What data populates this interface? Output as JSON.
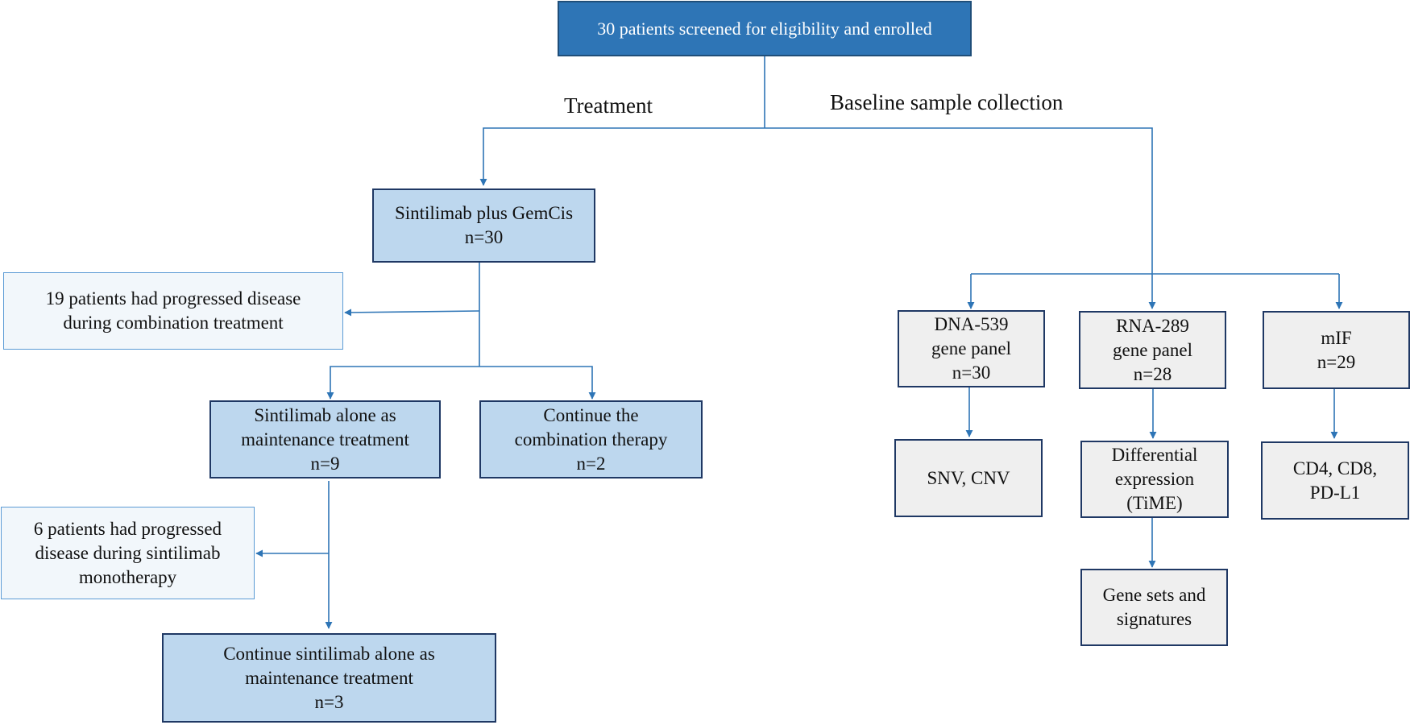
{
  "top": {
    "text": "30 patients screened for eligibility and enrolled"
  },
  "labels": {
    "treatment": "Treatment",
    "baseline": "Baseline sample collection"
  },
  "treatment": {
    "combo": {
      "line1": "Sintilimab plus GemCis",
      "line2": "n=30"
    },
    "progressed_combo": {
      "line1": "19 patients had progressed disease",
      "line2": "during combination treatment"
    },
    "maint": {
      "line1": "Sintilimab alone as",
      "line2": "maintenance treatment",
      "line3": "n=9"
    },
    "continue_combo": {
      "line1": "Continue the",
      "line2": "combination therapy",
      "line3": "n=2"
    },
    "progressed_mono": {
      "line1": "6 patients had progressed",
      "line2": "disease during sintilimab",
      "line3": "monotherapy"
    },
    "continue_maint": {
      "line1": "Continue sintilimab alone as",
      "line2": "maintenance treatment",
      "line3": "n=3"
    }
  },
  "samples": {
    "dna": {
      "line1": "DNA-539",
      "line2": "gene panel",
      "line3": "n=30"
    },
    "rna": {
      "line1": "RNA-289",
      "line2": "gene panel",
      "line3": "n=28"
    },
    "mif": {
      "line1": "mIF",
      "line2": "n=29"
    },
    "snv": {
      "line1": "SNV, CNV"
    },
    "diff": {
      "line1": "Differential",
      "line2": "expression",
      "line3": "(TiME)"
    },
    "cd": {
      "line1": "CD4, CD8,",
      "line2": "PD-L1"
    },
    "gene_sets": {
      "line1": "Gene sets and",
      "line2": "signatures"
    }
  },
  "colors": {
    "line": "#2e75b6",
    "top_fill": "#2e75b6",
    "main_fill": "#bdd7ee",
    "light_fill": "#f2f7fb",
    "gray_fill": "#efefef"
  }
}
